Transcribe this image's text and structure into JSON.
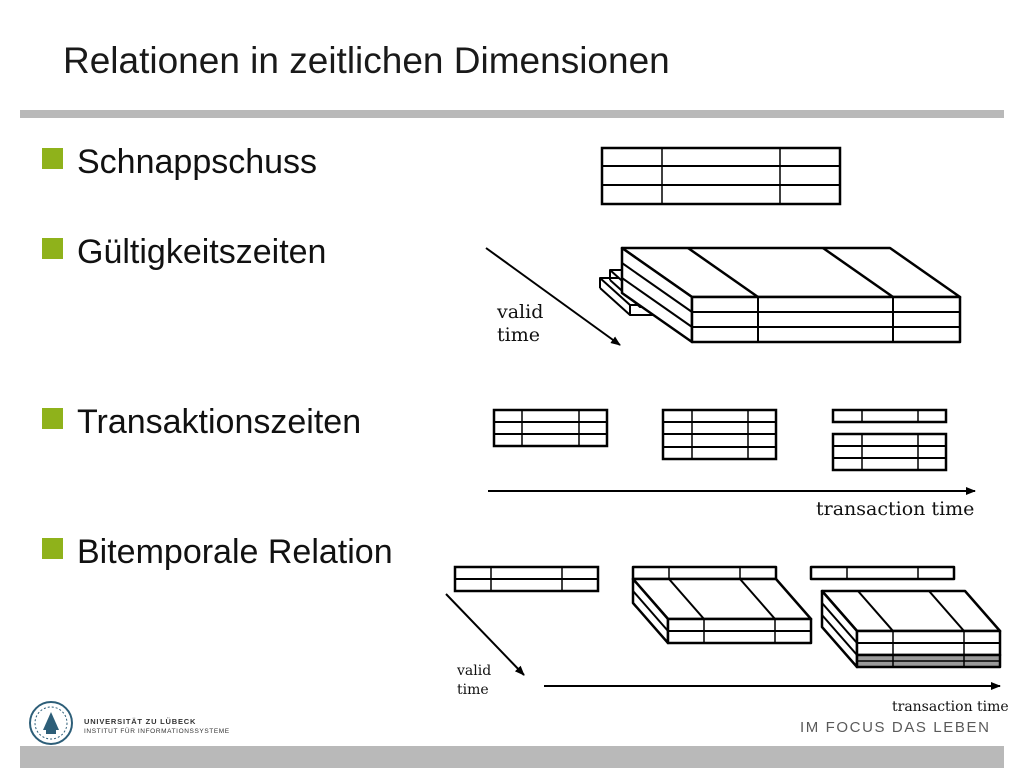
{
  "slide": {
    "title": "Relationen in zeitlichen Dimensionen",
    "bullets": [
      "Schnappschuss",
      "Gültigkeitszeiten",
      "Transaktionszeiten",
      "Bitemporale Relation"
    ],
    "accent_color": "#8fb21b",
    "rule_color": "#b9b9b9"
  },
  "diagram": {
    "valid_time_label_1": "valid",
    "valid_time_label_2": "time",
    "transaction_time_label": "transaction time"
  },
  "footer": {
    "university": "UNIVERSITÄT ZU LÜBECK",
    "institute": "INSTITUT FÜR INFORMATIONSSYSTEME",
    "tagline": "IM FOCUS DAS LEBEN",
    "logo_icon": "university-seal-icon"
  }
}
